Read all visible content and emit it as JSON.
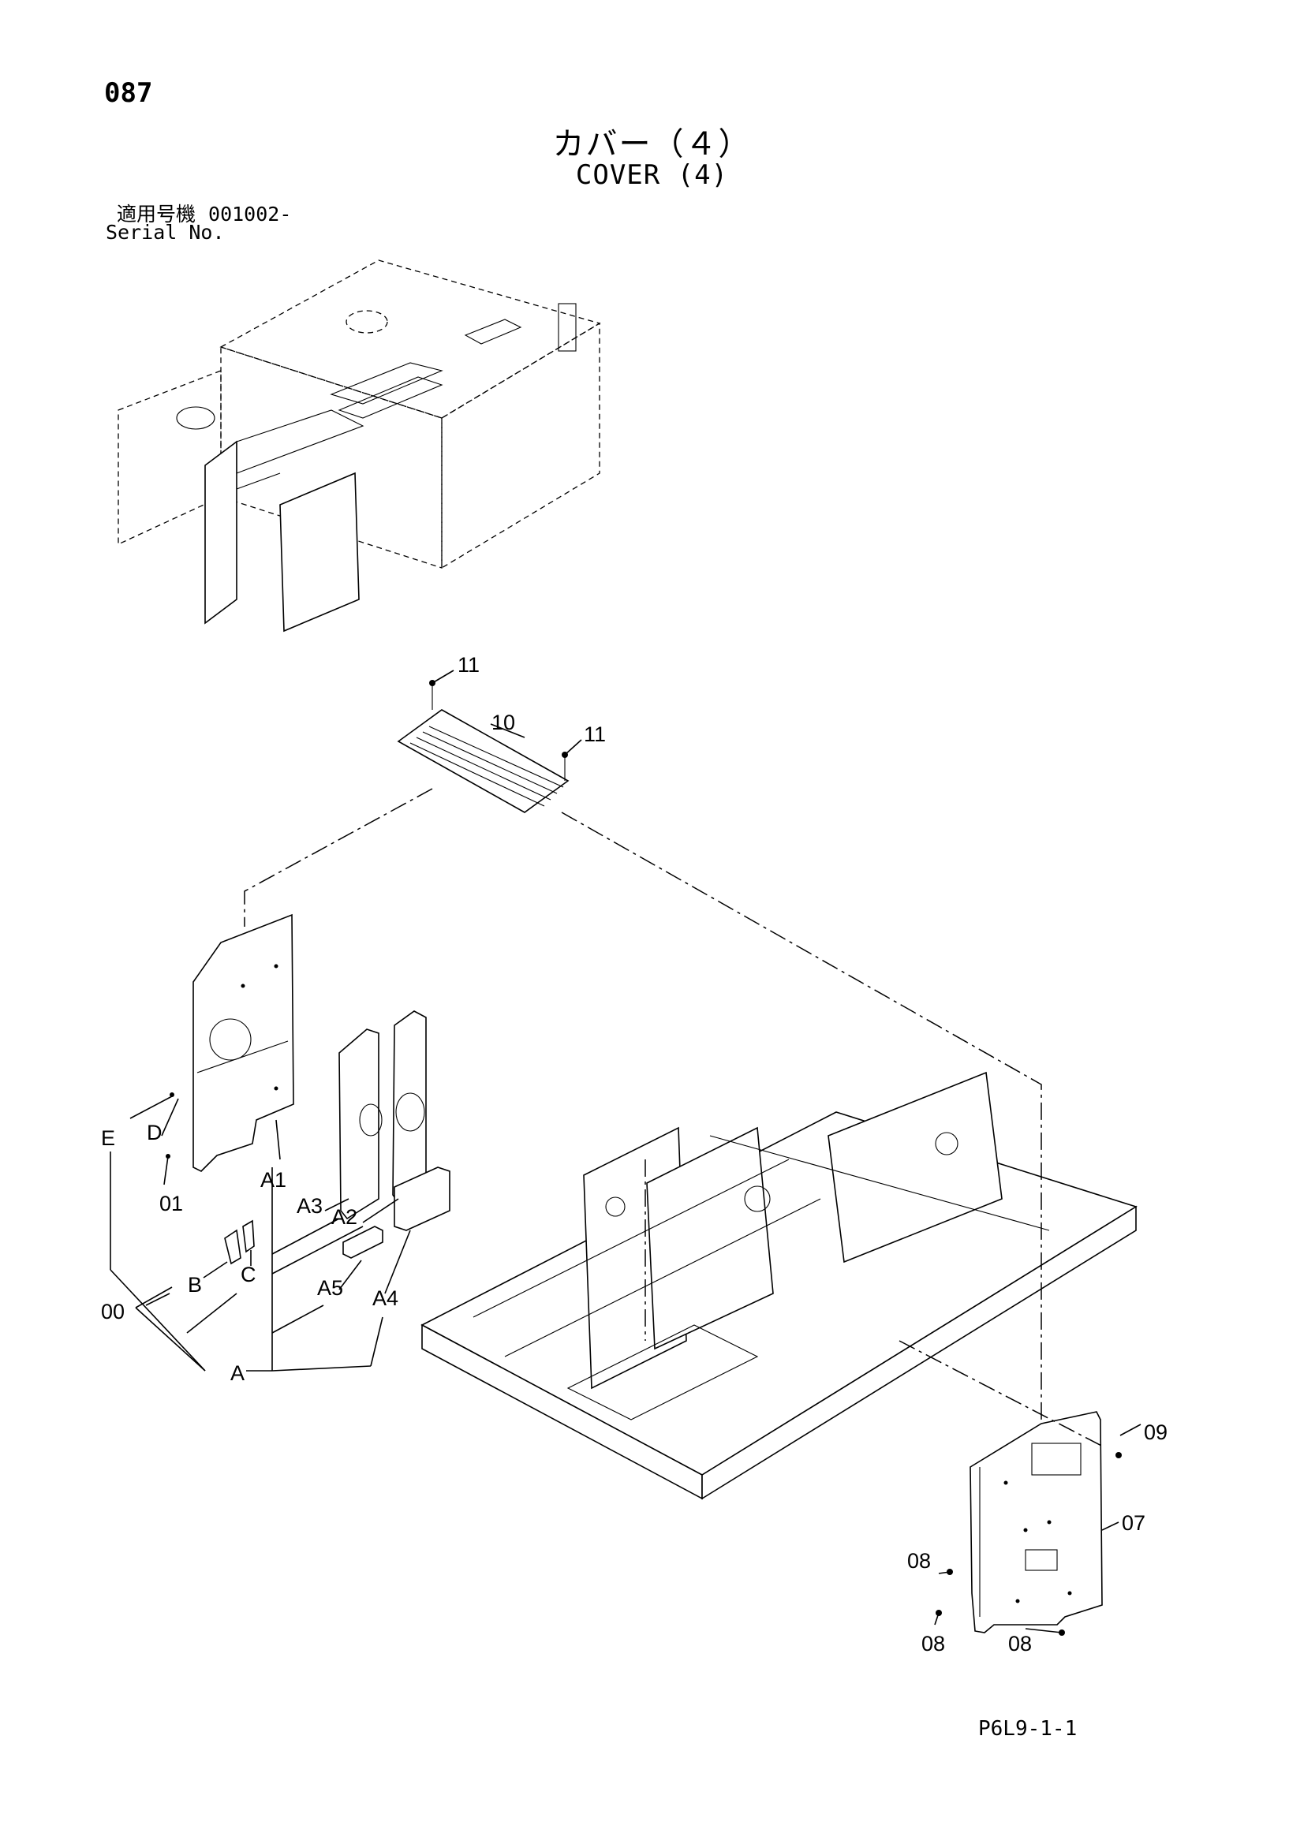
{
  "header": {
    "page_number": "087",
    "title_jp": "カバー（４）",
    "title_en": "COVER (4)",
    "serial_label_jp": "適用号機",
    "serial_range": "001002-",
    "serial_label_en": "Serial No."
  },
  "callouts": {
    "p11a": "11",
    "p10": "10",
    "p11b": "11",
    "pE": "E",
    "pD": "D",
    "p01": "01",
    "pA1": "A1",
    "pA3": "A3",
    "pA2": "A2",
    "pB": "B",
    "pC": "C",
    "p00": "00",
    "pA5": "A5",
    "pA4": "A4",
    "pA": "A",
    "p09": "09",
    "p07": "07",
    "p08a": "08",
    "p08b": "08",
    "p08c": "08"
  },
  "footer": {
    "code": "P6L9-1-1"
  }
}
